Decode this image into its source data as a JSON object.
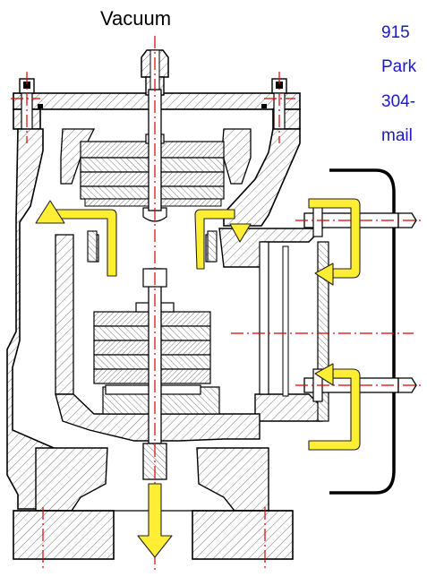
{
  "header": {
    "title": "Vacuum"
  },
  "contact": {
    "lines": [
      "915",
      "Park",
      "304-",
      "mail"
    ]
  },
  "colors": {
    "outline": "#000000",
    "hatch": "#777777",
    "flow_arrow": "#ffee33",
    "flow_arrow_stroke": "#222222",
    "centerline": "#dd0000",
    "contact_text": "#1a1ac8",
    "gasket": "#ffffff"
  },
  "icons": {
    "flow_arrow": "yellow-flow-arrow",
    "centerline": "red-dash-dot-centerline"
  }
}
